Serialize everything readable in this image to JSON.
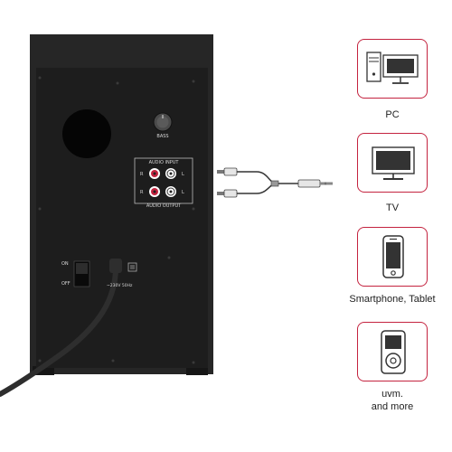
{
  "speaker": {
    "bass_label": "BASS",
    "audio_input_label": "AUDIO INPUT",
    "audio_output_label": "AUDIO OUTPUT",
    "right_channel": "R",
    "left_channel": "L",
    "switch_on": "ON",
    "switch_off": "OFF",
    "power_spec": "~230V 50Hz"
  },
  "devices": [
    {
      "label": "PC",
      "icon": "pc-icon"
    },
    {
      "label": "TV",
      "icon": "tv-icon"
    },
    {
      "label": "Smartphone, Tablet",
      "icon": "smartphone-icon"
    },
    {
      "label": "uvm.",
      "label_2": "and more",
      "icon": "mp3-player-icon"
    }
  ],
  "colors": {
    "accent": "#c4233f",
    "speaker_body": "#222222",
    "speaker_panel": "#1a1a1a"
  }
}
